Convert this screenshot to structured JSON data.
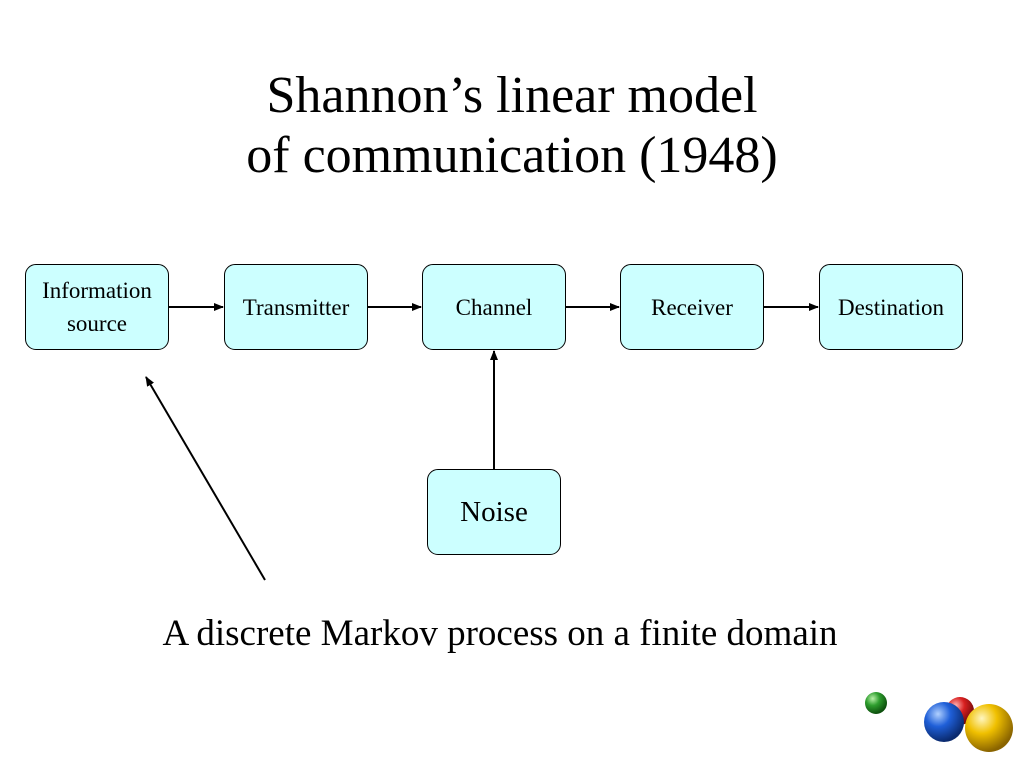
{
  "title": {
    "line1": "Shannon’s linear model",
    "line2": "of communication (1948)"
  },
  "diagram": {
    "nodes": {
      "source_line1": "Information",
      "source_line2": "source",
      "transmitter": "Transmitter",
      "channel": "Channel",
      "receiver": "Receiver",
      "destination": "Destination",
      "noise": "Noise"
    },
    "edges": [
      [
        "Information source",
        "Transmitter"
      ],
      [
        "Transmitter",
        "Channel"
      ],
      [
        "Channel",
        "Receiver"
      ],
      [
        "Receiver",
        "Destination"
      ],
      [
        "Noise",
        "Channel"
      ]
    ],
    "box_fill": "#ccffff"
  },
  "caption": "A discrete Markov process on a finite domain",
  "decoration": {
    "ball_colors": [
      "#2e9e2e",
      "#d81f1f",
      "#1f5fd8",
      "#f0c000"
    ]
  }
}
